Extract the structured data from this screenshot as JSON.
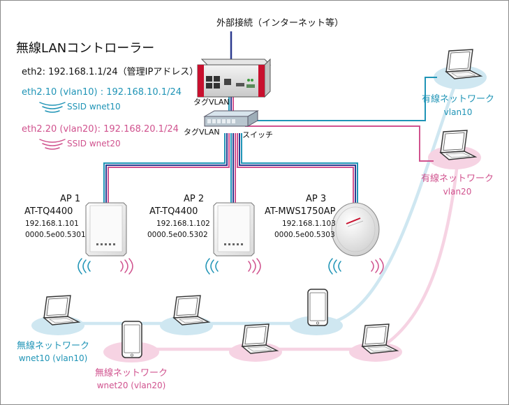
{
  "internet": {
    "label": "外部接続（インターネット等）"
  },
  "controller": {
    "title": "無線LANコントローラー",
    "mgmt": "eth2: 192.168.1.1/24（管理IPアドレス）",
    "vlan10": {
      "iface": "eth2.10 (vlan10) : 192.168.10.1/24",
      "ssid": "SSID wnet10"
    },
    "vlan20": {
      "iface": "eth2.20 (vlan20): 192.168.20.1/24",
      "ssid": "SSID wnet20"
    }
  },
  "links": {
    "tag_vlan_upper": "タグVLAN",
    "tag_vlan_lower": "タグVLAN",
    "switch": "スイッチ"
  },
  "access_points": [
    {
      "name": "AP 1",
      "model": "AT-TQ4400",
      "ip": "192.168.1.101",
      "mac": "0000.5e00.5301"
    },
    {
      "name": "AP 2",
      "model": "AT-TQ4400",
      "ip": "192.168.1.102",
      "mac": "0000.5e00.5302"
    },
    {
      "name": "AP 3",
      "model": "AT-MWS1750AP",
      "ip": "192.168.1.103",
      "mac": "0000.5e00.5303"
    }
  ],
  "wired_networks": [
    {
      "name": "有線ネットワーク",
      "vlan": "vlan10"
    },
    {
      "name": "有線ネットワーク",
      "vlan": "vlan20"
    }
  ],
  "wireless_networks": [
    {
      "name": "無線ネットワーク",
      "vlan": "wnet10 (vlan10)"
    },
    {
      "name": "無線ネットワーク",
      "vlan": "wnet20 (vlan20)"
    }
  ],
  "colors": {
    "vlan10": "#1f94b6",
    "vlan20": "#d0528e",
    "vlan10_light": "#cfe7f1",
    "vlan20_light": "#f6d3e3",
    "uplink": "#2b3a8f",
    "text": "#111111"
  }
}
